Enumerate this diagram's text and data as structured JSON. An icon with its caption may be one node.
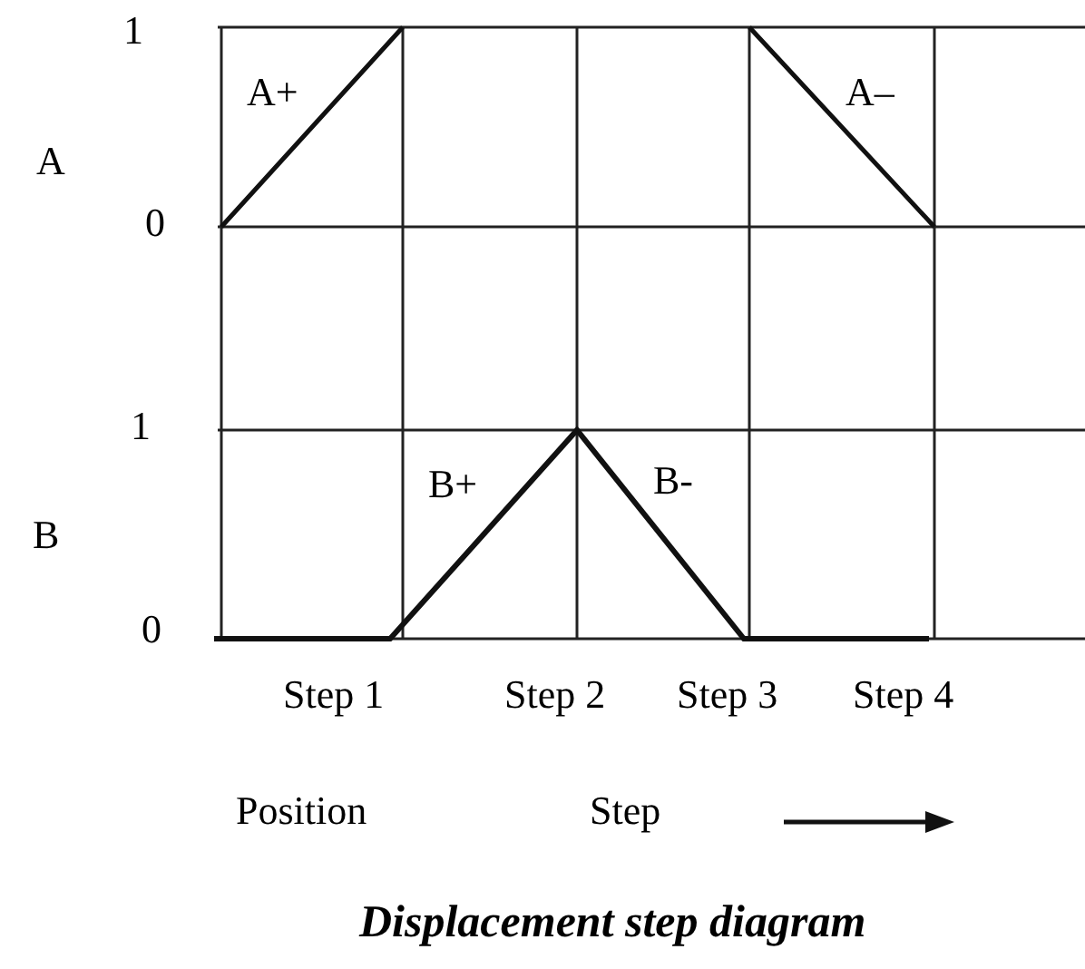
{
  "diagram": {
    "caption": "Displacement step diagram",
    "labels": [
      "1",
      "A",
      "0",
      "1",
      "B",
      "0",
      "A+",
      "A–",
      "B+",
      "B-",
      "Step 1",
      "Step 2",
      "Step 3",
      "Step 4",
      "Position",
      "Step"
    ]
  }
}
